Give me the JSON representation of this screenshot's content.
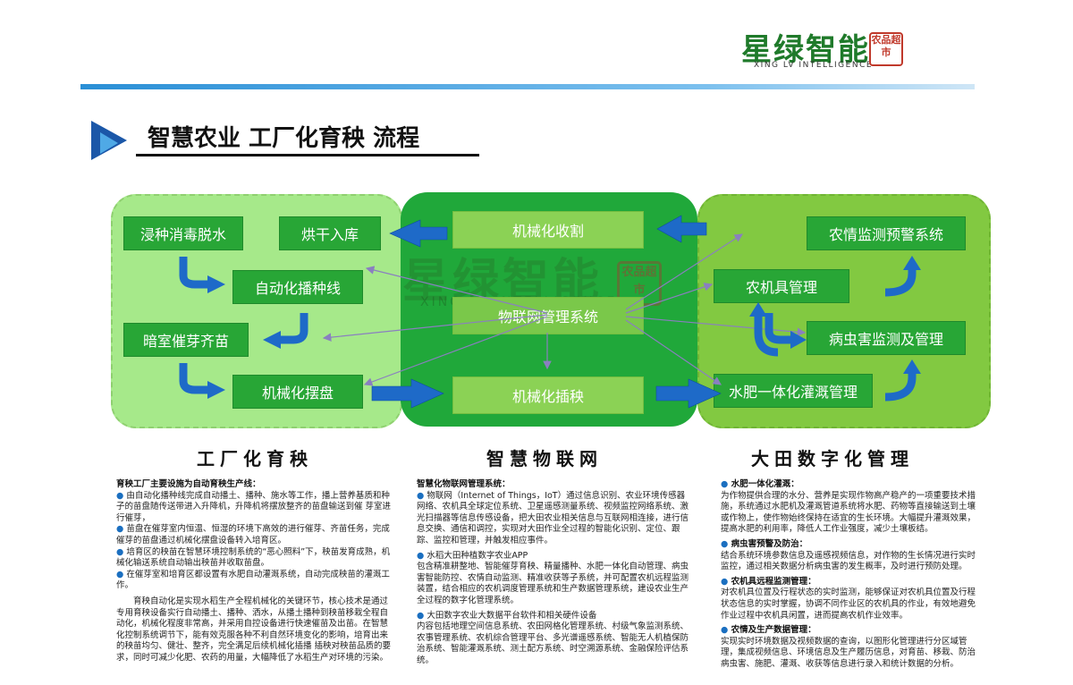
{
  "brand": {
    "logo_cn": "星绿智能",
    "logo_en": "XING LV INTELLIGENCE",
    "seal": "农品超市"
  },
  "page_title": "智慧农业 工厂化育秧 流程",
  "watermark": {
    "cn": "星绿智能",
    "en": "XING LV INTELLIGENCE",
    "seal": "农品超市"
  },
  "left": {
    "title": "工厂化育秧",
    "boxes": {
      "soak": "浸种消毒脱水",
      "dry": "烘干入库",
      "seeding": "自动化播种线",
      "dark": "暗室催芽齐苗",
      "tray": "机械化摆盘"
    },
    "text": {
      "heading": "育秧工厂主要设施为自动育秧生产线：",
      "b1": "由自动化播种线完成自动播土、播种、施水等工作，播上营养基质和种子的苗盘随传送带进入升降机，升降机将摆放整齐的苗盘输送到催 芽室进行催芽，",
      "b2": "苗盘在催芽室内恒温、恒湿的环境下高效的进行催芽、齐苗任务，完成催芽的苗盘通过机械化摆盘设备转入培育区。",
      "b3": "培育区的秧苗在智慧环境控制系统的“恶心照料”下，秧苗发育成熟，机械化输送系统自动输出秧苗并收取苗盘。",
      "b4": "在催芽室和培育区都设置有水肥自动灌溉系统，自动完成秧苗的灌溉工作。",
      "para": "育秧自动化是实现水稻生产全程机械化的关键环节，核心技术是通过专用育秧设备实行自动播土、播种、洒水，从播土播种到秧苗移栽全程自动化，机械化程度非常高，并采用自控设备进行快速催苗及出苗。在智慧化控制系统调节下，能有效克服各种不利自然环境变化的影响，培育出来的秧苗均匀、健壮、整齐，完全满足后续机械化插播 插秧对秧苗品质的要求，同时可减少化肥、农药的用量，大幅降低了水稻生产对环境的污染。"
    }
  },
  "mid": {
    "title": "智慧物联网",
    "boxes": {
      "harvest": "机械化收割",
      "iot": "物联网管理系统",
      "transplant": "机械化插秧"
    },
    "text": {
      "h1": "智慧化物联网管理系统：",
      "p1": "物联网（Internet of Things，IoT）通过信息识别、农业环境传感器网络、农机具全球定位系统、卫星遥感测量系统、视频监控网络系统、激光扫描器等信息传感设备，把大田农业相关信息与互联网相连接，进行信息交换、通信和调控，实现对大田作业全过程的智能化识别、定位、跟踪、监控和管理，并触发相应事件。",
      "h2": "水稻大田种植数字农业APP",
      "p2": "包含精准耕整地、智能催芽育秧、精量播种、水肥一体化自动管理、病虫害智能防控、农情自动监测、精准收获等子系统，并可配置农机远程监测装置，结合相应的农机调度管理系统和生产数据管理系统，建设农业生产全过程的数字化管理系统。",
      "h3": "大田数字农业大数据平台软件和相关硬件设备",
      "p3": "内容包括地理空间信息系统、农田网格化管理系统、村级气象监测系统、农事管理系统、农机综合管理平台、多光谱遥感系统、智能无人机植保防治系统、智能灌溉系统、测土配方系统、时空溯源系统、金融保险评估系统。"
    }
  },
  "right": {
    "title": "大田数字化管理",
    "boxes": {
      "warning": "农情监测预警系统",
      "machine": "农机具管理",
      "pest": "病虫害监测及管理",
      "irrigation": "水肥一体化灌溉管理"
    },
    "text": {
      "h1": "水肥一体化灌溉：",
      "p1": "为作物提供合理的水分、营养是实现作物高产稳产的一项重要技术措施，系统通过水肥机及灌溉管道系统将水肥、药物等直接输送到土壤或作物上，使作物始终保持在适宜的生长环境。大幅提升灌溉效果，提高水肥的利用率，降低人工作业强度，减少土壤板结。",
      "h2": "病虫害预警及防治：",
      "p2": "结合系统环境参数信息及遥感视频信息，对作物的生长情况进行实时监控，通过相关数据分析病虫害的发生概率，及时进行预防处理。",
      "h3": "农机具远程监测管理：",
      "p3": "对农机具位置及行程状态的实时监测，能够保证对农机具位置及行程状态信息的实时掌握，协调不同作业区的农机具的作业，有效地避免作业过程中农机具闲置，进而提高农机作业效率。",
      "h4": "农情及生产数据管理：",
      "p4": "实现实时环境数据及视频数据的查询，以图形化管理进行分区域管理，集成视频信息、环境信息及生产履历信息，对育苗、移栽、防治病虫害、施肥、灌溉、收获等信息进行录入和统计数据的分析。"
    }
  },
  "colors": {
    "left_panel": "#a6e98a",
    "mid_panel": "#20a83a",
    "right_panel": "#82c941",
    "box_green": "#28a636",
    "arrow_blue": "#1e6ac8",
    "heading_blue": "#1b57a8"
  }
}
